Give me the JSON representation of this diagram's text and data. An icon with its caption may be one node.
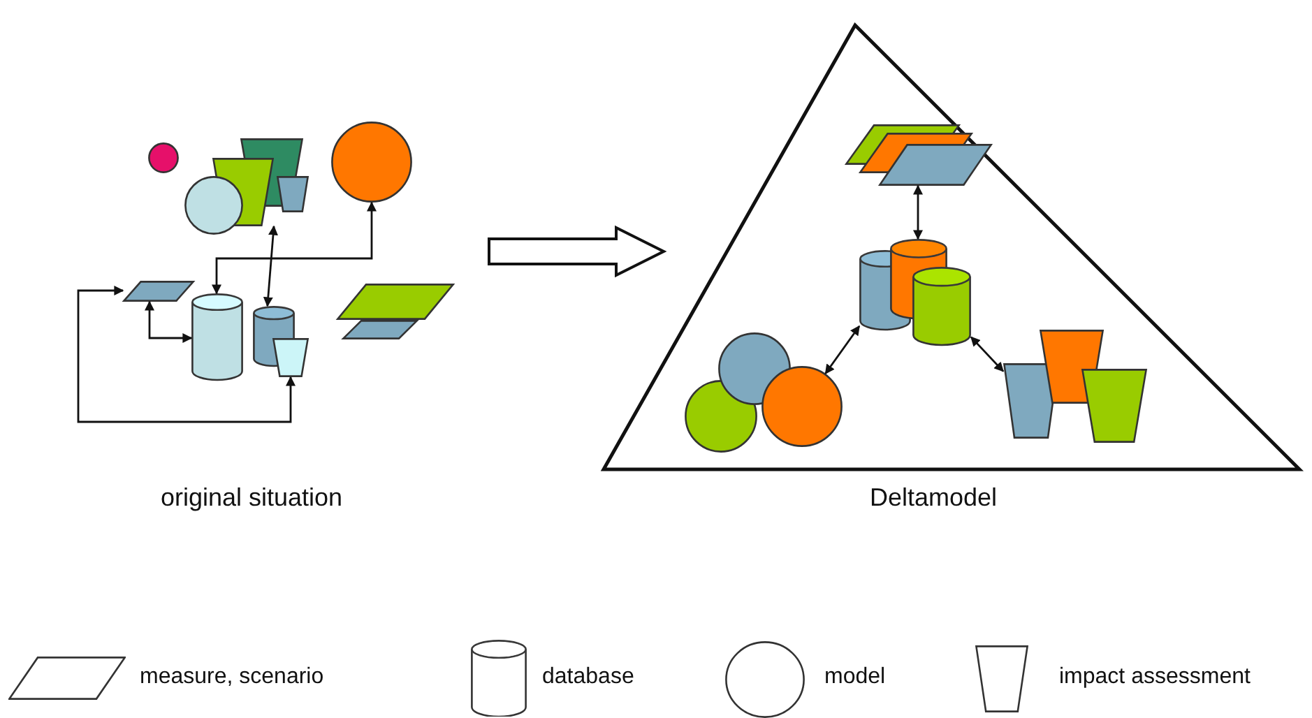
{
  "diagram": {
    "nodes": [
      {
        "text": [
          "original situation"
        ]
      },
      {
        "text": [],
        "shape": "circle",
        "in": 0
      },
      {
        "text": [],
        "shape": "trapezoid",
        "in": 0
      },
      {
        "text": [],
        "shape": "trapezoid",
        "in": 0
      },
      {
        "text": [],
        "shape": "trapezoid",
        "in": 0
      },
      {
        "text": [],
        "shape": "circle",
        "in": 0
      },
      {
        "text": [],
        "shape": "circle",
        "in": 0
      },
      {
        "text": [],
        "shape": "parallelogram",
        "in": 0
      },
      {
        "text": [],
        "shape": "cylinder",
        "in": 0
      },
      {
        "text": [],
        "shape": "cylinder",
        "in": 0
      },
      {
        "text": [],
        "shape": "trapezoid",
        "in": 0
      },
      {
        "text": [],
        "shape": "parallelogram",
        "in": 0
      },
      {
        "text": [],
        "shape": "parallelogram",
        "in": 0
      },
      {
        "text": [
          "Deltamodel"
        ]
      },
      {
        "text": [],
        "shape": "parallelogram",
        "in": 13
      },
      {
        "text": [],
        "shape": "parallelogram",
        "in": 13
      },
      {
        "text": [],
        "shape": "parallelogram",
        "in": 13
      },
      {
        "text": [],
        "shape": "cylinder",
        "in": 13
      },
      {
        "text": [],
        "shape": "cylinder",
        "in": 13
      },
      {
        "text": [],
        "shape": "cylinder",
        "in": 13
      },
      {
        "text": [],
        "shape": "circle",
        "in": 13
      },
      {
        "text": [],
        "shape": "circle",
        "in": 13
      },
      {
        "text": [],
        "shape": "circle",
        "in": 13
      },
      {
        "text": [],
        "shape": "trapezoid",
        "in": 13
      },
      {
        "text": [],
        "shape": "trapezoid",
        "in": 13
      },
      {
        "text": [],
        "shape": "trapezoid",
        "in": 13
      }
    ],
    "edges": [
      {
        "from": 8,
        "to": 6,
        "arrow": "both"
      },
      {
        "from": 3,
        "to": 9,
        "arrow": "both"
      },
      {
        "from": 7,
        "to": 8,
        "arrow": "both"
      },
      {
        "from": 10,
        "to": 7,
        "arrow": "both"
      },
      {
        "from": 0,
        "to": 13,
        "arrow": "to"
      },
      {
        "from": 16,
        "to": 18,
        "arrow": "both"
      },
      {
        "from": 17,
        "to": 22,
        "arrow": "both"
      },
      {
        "from": 19,
        "to": 23,
        "arrow": "both"
      }
    ],
    "legend": [
      {
        "text": "measure, scenario"
      },
      {
        "text": "database"
      },
      {
        "text": "model"
      },
      {
        "text": "impact assessment"
      }
    ]
  }
}
